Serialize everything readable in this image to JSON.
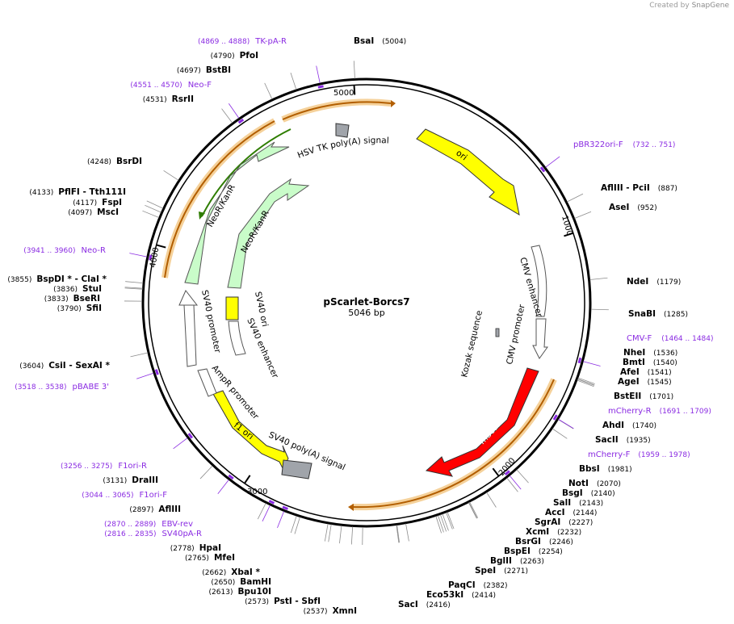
{
  "credit": {
    "text": "Created by",
    "brand": "SnapGene"
  },
  "plasmid": {
    "name": "pScarlet-Borcs7",
    "size": "5046 bp",
    "length": 5046
  },
  "ruler": [
    "1000",
    "2000",
    "3000",
    "4000",
    "5000"
  ],
  "enzymes": [
    {
      "name": "BsaI",
      "pos": "(5004)",
      "bp": 5004,
      "side": "R"
    },
    {
      "name": "PfoI",
      "pos": "(4790)",
      "bp": 4790,
      "side": "L"
    },
    {
      "name": "BstBI",
      "pos": "(4697)",
      "bp": 4697,
      "side": "L"
    },
    {
      "name": "RsrII",
      "pos": "(4531)",
      "bp": 4531,
      "side": "L"
    },
    {
      "name": "BsrDI",
      "pos": "(4248)",
      "bp": 4248,
      "side": "L"
    },
    {
      "name": "PflFI - Tth111I",
      "pos": "(4133)",
      "bp": 4133,
      "side": "L"
    },
    {
      "name": "FspI",
      "pos": "(4117)",
      "bp": 4117,
      "side": "L"
    },
    {
      "name": "MscI",
      "pos": "(4097)",
      "bp": 4097,
      "side": "L"
    },
    {
      "name": "BspDI * - ClaI *",
      "pos": "(3855)",
      "bp": 3855,
      "side": "L"
    },
    {
      "name": "StuI",
      "pos": "(3836)",
      "bp": 3836,
      "side": "L"
    },
    {
      "name": "BseRI",
      "pos": "(3833)",
      "bp": 3833,
      "side": "L"
    },
    {
      "name": "SfiI",
      "pos": "(3790)",
      "bp": 3790,
      "side": "L"
    },
    {
      "name": "CsiI - SexAI *",
      "pos": "(3604)",
      "bp": 3604,
      "side": "L"
    },
    {
      "name": "DraIII",
      "pos": "(3131)",
      "bp": 3131,
      "side": "L"
    },
    {
      "name": "AflIII",
      "pos": "(2897)",
      "bp": 2897,
      "side": "L"
    },
    {
      "name": "HpaI",
      "pos": "(2778)",
      "bp": 2778,
      "side": "L"
    },
    {
      "name": "MfeI",
      "pos": "(2765)",
      "bp": 2765,
      "side": "L"
    },
    {
      "name": "XbaI *",
      "pos": "(2662)",
      "bp": 2662,
      "side": "L"
    },
    {
      "name": "BamHI",
      "pos": "(2650)",
      "bp": 2650,
      "side": "L"
    },
    {
      "name": "Bpu10I",
      "pos": "(2613)",
      "bp": 2613,
      "side": "L"
    },
    {
      "name": "PstI - SbfI",
      "pos": "(2573)",
      "bp": 2573,
      "side": "L"
    },
    {
      "name": "XmnI",
      "pos": "(2537)",
      "bp": 2537,
      "side": "L"
    },
    {
      "name": "AflIII - PciI",
      "pos": "(887)",
      "bp": 887,
      "side": "R"
    },
    {
      "name": "AseI",
      "pos": "(952)",
      "bp": 952,
      "side": "R"
    },
    {
      "name": "NdeI",
      "pos": "(1179)",
      "bp": 1179,
      "side": "R"
    },
    {
      "name": "SnaBI",
      "pos": "(1285)",
      "bp": 1285,
      "side": "R"
    },
    {
      "name": "NheI",
      "pos": "(1536)",
      "bp": 1536,
      "side": "R"
    },
    {
      "name": "BmtI",
      "pos": "(1540)",
      "bp": 1540,
      "side": "R"
    },
    {
      "name": "AfeI",
      "pos": "(1541)",
      "bp": 1541,
      "side": "R"
    },
    {
      "name": "AgeI",
      "pos": "(1545)",
      "bp": 1545,
      "side": "R"
    },
    {
      "name": "BstEII",
      "pos": "(1701)",
      "bp": 1701,
      "side": "R"
    },
    {
      "name": "AhdI",
      "pos": "(1740)",
      "bp": 1740,
      "side": "R"
    },
    {
      "name": "SacII",
      "pos": "(1935)",
      "bp": 1935,
      "side": "R"
    },
    {
      "name": "BbsI",
      "pos": "(1981)",
      "bp": 1981,
      "side": "R"
    },
    {
      "name": "NotI",
      "pos": "(2070)",
      "bp": 2070,
      "side": "R"
    },
    {
      "name": "BsgI",
      "pos": "(2140)",
      "bp": 2140,
      "side": "R"
    },
    {
      "name": "SalI",
      "pos": "(2143)",
      "bp": 2143,
      "side": "R"
    },
    {
      "name": "AccI",
      "pos": "(2144)",
      "bp": 2144,
      "side": "R"
    },
    {
      "name": "SgrAI",
      "pos": "(2227)",
      "bp": 2227,
      "side": "R"
    },
    {
      "name": "XcmI",
      "pos": "(2232)",
      "bp": 2232,
      "side": "R"
    },
    {
      "name": "BsrGI",
      "pos": "(2246)",
      "bp": 2246,
      "side": "R"
    },
    {
      "name": "BspEI",
      "pos": "(2254)",
      "bp": 2254,
      "side": "R"
    },
    {
      "name": "BglII",
      "pos": "(2263)",
      "bp": 2263,
      "side": "R"
    },
    {
      "name": "SpeI",
      "pos": "(2271)",
      "bp": 2271,
      "side": "R"
    },
    {
      "name": "PaqCI",
      "pos": "(2382)",
      "bp": 2382,
      "side": "R"
    },
    {
      "name": "Eco53kI",
      "pos": "(2414)",
      "bp": 2414,
      "side": "R"
    },
    {
      "name": "SacI",
      "pos": "(2416)",
      "bp": 2416,
      "side": "R"
    }
  ],
  "primers": [
    {
      "name": "TK-pA-R",
      "range": "(4869 .. 4888)",
      "bp": 4878,
      "side": "L"
    },
    {
      "name": "Neo-F",
      "range": "(4551 .. 4570)",
      "bp": 4560,
      "side": "L"
    },
    {
      "name": "pBR322ori-F",
      "range": "(732 .. 751)",
      "bp": 741,
      "side": "R"
    },
    {
      "name": "Neo-R",
      "range": "(3941 .. 3960)",
      "bp": 3950,
      "side": "L"
    },
    {
      "name": "CMV-F",
      "range": "(1464 .. 1484)",
      "bp": 1474,
      "side": "R"
    },
    {
      "name": "mCherry-R",
      "range": "(1691 .. 1709)",
      "bp": 1700,
      "side": "R"
    },
    {
      "name": "mCherry-F",
      "range": "(1959 .. 1978)",
      "bp": 1968,
      "side": "R"
    },
    {
      "name": "pBABE 3'",
      "range": "(3518 .. 3538)",
      "bp": 3528,
      "side": "L"
    },
    {
      "name": "F1ori-R",
      "range": "(3256 .. 3275)",
      "bp": 3265,
      "side": "L"
    },
    {
      "name": "F1ori-F",
      "range": "(3044 .. 3065)",
      "bp": 3054,
      "side": "L"
    },
    {
      "name": "EBV-rev",
      "range": "(2870 .. 2889)",
      "bp": 2880,
      "side": "L"
    },
    {
      "name": "SV40pA-R",
      "range": "(2816 .. 2835)",
      "bp": 2826,
      "side": "L"
    }
  ],
  "features": [
    {
      "name": "HSV TK poly(A) signal",
      "color": "#a0a4aa"
    },
    {
      "name": "ori",
      "color": "#ffff00"
    },
    {
      "name": "CMV enhancer",
      "color": "#ffffff"
    },
    {
      "name": "CMV promoter",
      "color": "#ffffff"
    },
    {
      "name": "Kozak sequence",
      "color": "#a0a4aa"
    },
    {
      "name": "mScarlet",
      "color": "#ff0000"
    },
    {
      "name": "SV40 poly(A) signal",
      "color": "#a0a4aa"
    },
    {
      "name": "f1 ori",
      "color": "#ffff00"
    },
    {
      "name": "AmpR promoter",
      "color": "#ffffff"
    },
    {
      "name": "SV40 promoter",
      "color": "#ffffff"
    },
    {
      "name": "SV40 ori",
      "color": "#ffff00"
    },
    {
      "name": "SV40 enhancer",
      "color": "#ffffff"
    },
    {
      "name": "NeoR/KanR",
      "color": "#c9fcc9"
    },
    {
      "name": "NeoR/KanR",
      "color": "#c9fcc9"
    }
  ],
  "colors": {
    "primer": "#8a2be2",
    "orf": "#f5a623",
    "orf_dark": "#2e7d00"
  }
}
